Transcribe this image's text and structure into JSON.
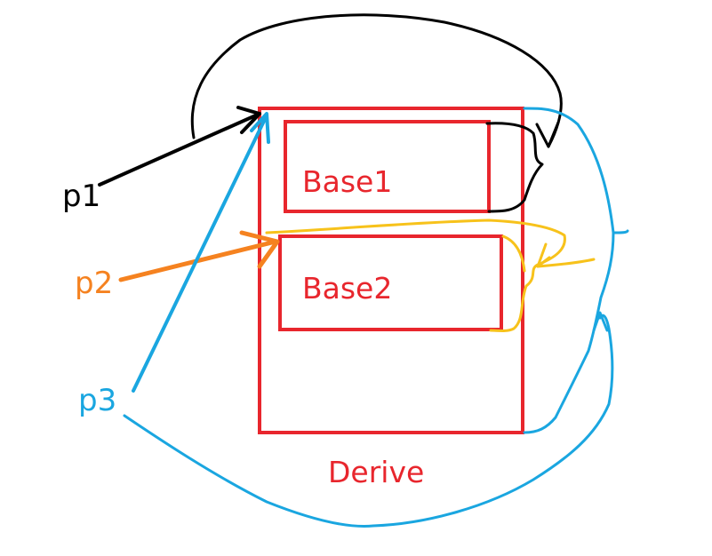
{
  "diagram": {
    "colors": {
      "red": "#e8262d",
      "black": "#000000",
      "orange": "#f58220",
      "blue": "#1aa6e0",
      "yellow": "#f7c21b"
    },
    "labels": {
      "base1": "Base1",
      "base2": "Base2",
      "derive": "Derive",
      "p1": "p1",
      "p2": "p2",
      "p3": "p3"
    }
  }
}
